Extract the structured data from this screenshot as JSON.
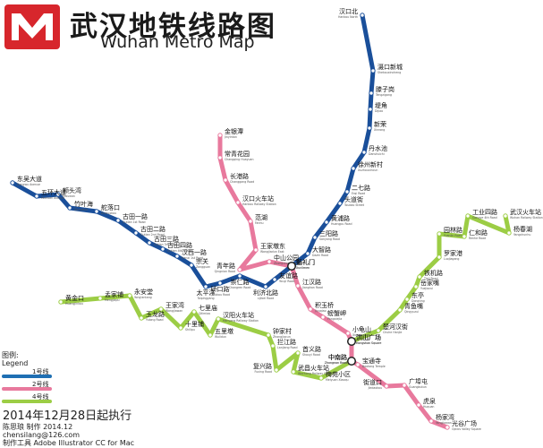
{
  "title_cn": "武汉地铁线路图",
  "title_en": "Wuhan Metro Map",
  "legend": {
    "title_cn": "图例:",
    "title_en": "Legend",
    "items": [
      {
        "label": "1号线",
        "sub": "Line 1",
        "color": "#1f6fb3"
      },
      {
        "label": "2号线",
        "sub": "Line 2",
        "color": "#e8799d"
      },
      {
        "label": "4号线",
        "sub": "Line 4",
        "color": "#9ccd45"
      }
    ]
  },
  "footer": {
    "date": "2014年12月28日起执行",
    "author": "陈思琅 制作 2014.12",
    "email": "chensilang@126.com",
    "tool": "制作工具 Adobe Illustrator CC for Mac"
  },
  "colors": {
    "line1": "#1a4f9a",
    "line2": "#e8799d",
    "line4": "#9ccd45",
    "logo": "#d7262c"
  },
  "lines": {
    "line1": [
      {
        "cn": "汉口北",
        "en": "Hankou North"
      },
      {
        "cn": "滠口新城",
        "en": "Shekouxincheng"
      },
      {
        "cn": "滕子岗",
        "en": "Tengzigang"
      },
      {
        "cn": "堤角",
        "en": "Dijiao"
      },
      {
        "cn": "新荣",
        "en": "Xinrong"
      },
      {
        "cn": "丹水池",
        "en": "Danshuichi"
      },
      {
        "cn": "徐州新村",
        "en": "Xuzhouxincun"
      },
      {
        "cn": "二七路",
        "en": "Erqi Road"
      },
      {
        "cn": "头道街",
        "en": "Toudao Street"
      },
      {
        "cn": "黄浦路",
        "en": "Huangpu Road"
      },
      {
        "cn": "三阳路",
        "en": "Sanyang Road"
      },
      {
        "cn": "大智路",
        "en": "Dazhi Road"
      },
      {
        "cn": "循礼门",
        "en": "Xunlimen"
      },
      {
        "cn": "友谊路",
        "en": "Youyi Road"
      },
      {
        "cn": "利济北路",
        "en": "Lijibei Road"
      },
      {
        "cn": "崇仁路",
        "en": "Chongren Road"
      },
      {
        "cn": "硚口路",
        "en": "Qiaokou Road"
      },
      {
        "cn": "太平洋",
        "en": "Taipingyang"
      },
      {
        "cn": "宗关",
        "en": "Zongguan"
      },
      {
        "cn": "汉西一路",
        "en": "Hanxi 1st Road"
      },
      {
        "cn": "古田四路",
        "en": "Gutian 4th Road"
      },
      {
        "cn": "古田三路",
        "en": "Gutian 3rd Road"
      },
      {
        "cn": "古田二路",
        "en": "Gutian 2nd Road"
      },
      {
        "cn": "古田一路",
        "en": "Gutian 1st Road"
      },
      {
        "cn": "舵落口",
        "en": "Duoluokou"
      },
      {
        "cn": "竹叶海",
        "en": "Zhuyehai"
      },
      {
        "cn": "额头湾",
        "en": "Etouwan"
      },
      {
        "cn": "五环大道",
        "en": "Wuhuan Avenue"
      },
      {
        "cn": "东吴大道",
        "en": "Dongwu Avenue"
      }
    ],
    "line2": [
      {
        "cn": "金银潭",
        "en": "Jinyintan"
      },
      {
        "cn": "常青花园",
        "en": "Changqing Huayuan"
      },
      {
        "cn": "长港路",
        "en": "Changgang Road"
      },
      {
        "cn": "汉口火车站",
        "en": "Hankou Railway Station"
      },
      {
        "cn": "范湖",
        "en": "Fanhu"
      },
      {
        "cn": "王家墩东",
        "en": "Wangjiadun East"
      },
      {
        "cn": "青年路",
        "en": "Qingnian Road"
      },
      {
        "cn": "中山公园",
        "en": "Zhongshan Park"
      },
      {
        "cn": "循礼门",
        "en": "Xunlimen"
      },
      {
        "cn": "江汉路",
        "en": "Jianghan Road"
      },
      {
        "cn": "积玉桥",
        "en": "Jiyuqiao"
      },
      {
        "cn": "螃蟹岬",
        "en": "Pangxiejia"
      },
      {
        "cn": "小龟山",
        "en": "Xiaoguishan"
      },
      {
        "cn": "洪山广场",
        "en": "Hongshan Square"
      },
      {
        "cn": "中南路",
        "en": "Zhongnan Road"
      },
      {
        "cn": "宝通寺",
        "en": "Baotong Temple"
      },
      {
        "cn": "街道口",
        "en": "Jiedaokou"
      },
      {
        "cn": "广埠屯",
        "en": "Guangbutun"
      },
      {
        "cn": "虎泉",
        "en": "Huquan"
      },
      {
        "cn": "杨家湾",
        "en": "Yangjiawan"
      },
      {
        "cn": "光谷广场",
        "en": "Optics Valley Square"
      }
    ],
    "line4": [
      {
        "cn": "武汉火车站",
        "en": "Wuhan Railway Station"
      },
      {
        "cn": "杨春湖",
        "en": "Yangchunhu"
      },
      {
        "cn": "工业四路",
        "en": "Gongye 4th Road"
      },
      {
        "cn": "仁和路",
        "en": "Renhe Road"
      },
      {
        "cn": "园林路",
        "en": "Yuanlin Road"
      },
      {
        "cn": "罗家港",
        "en": "Luojiagang"
      },
      {
        "cn": "铁机路",
        "en": "Tieji Road"
      },
      {
        "cn": "岳家嘴",
        "en": "Yuejiazui"
      },
      {
        "cn": "东亭",
        "en": "Dongting"
      },
      {
        "cn": "青鱼嘴",
        "en": "Qingyuzui"
      },
      {
        "cn": "楚河汉街",
        "en": "Chuhe Hanjie"
      },
      {
        "cn": "洪山广场",
        "en": "Hongshan Square"
      },
      {
        "cn": "中南路",
        "en": "Zhongnan Road"
      },
      {
        "cn": "梅苑小区",
        "en": "Meiyuan Xiaoqu"
      },
      {
        "cn": "武昌火车站",
        "en": "Wuchang Railway Station"
      },
      {
        "cn": "首义路",
        "en": "Shouyi Road"
      },
      {
        "cn": "复兴路",
        "en": "Fuxing Road"
      },
      {
        "cn": "拦江路",
        "en": "Lanjiang Road"
      },
      {
        "cn": "钟家村",
        "en": "Zhongjiacun"
      },
      {
        "cn": "汉阳火车站",
        "en": "Hanyang Railway Station"
      },
      {
        "cn": "五里墩",
        "en": "Wulidun"
      },
      {
        "cn": "七里庙",
        "en": "Qilimiao"
      },
      {
        "cn": "十里铺",
        "en": "Shilipu"
      },
      {
        "cn": "王家湾",
        "en": "Wangjiawan"
      },
      {
        "cn": "玉龙路",
        "en": "Yulong Road"
      },
      {
        "cn": "永安堂",
        "en": "Yong'antang"
      },
      {
        "cn": "孟家铺",
        "en": "Mengjiapu"
      },
      {
        "cn": "黄金口",
        "en": "Huangjinkou"
      }
    ]
  }
}
